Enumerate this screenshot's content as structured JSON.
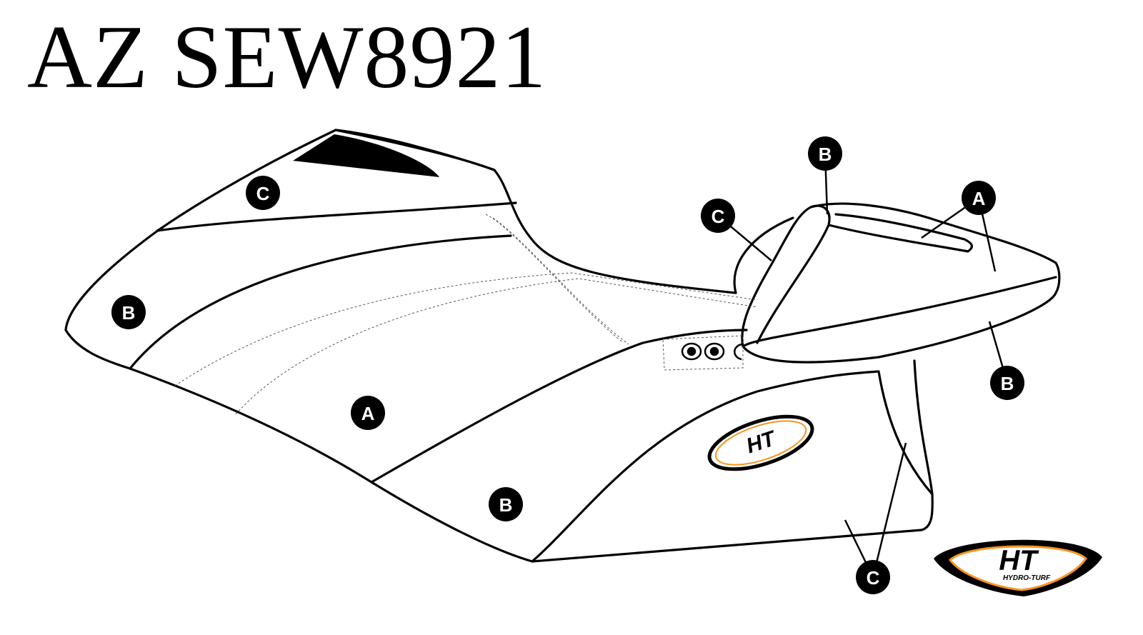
{
  "title": "AZ SEW8921",
  "labels": [
    {
      "id": "c1",
      "letter": "C"
    },
    {
      "id": "b1",
      "letter": "B"
    },
    {
      "id": "a1",
      "letter": "A"
    },
    {
      "id": "b2",
      "letter": "B"
    },
    {
      "id": "c2",
      "letter": "C"
    },
    {
      "id": "b3",
      "letter": "B"
    },
    {
      "id": "a2",
      "letter": "A"
    },
    {
      "id": "b4",
      "letter": "B"
    },
    {
      "id": "c3",
      "letter": "C"
    }
  ],
  "logo": {
    "mark": "HT",
    "text": "HYDRO-TURF",
    "accent": "#f7941d"
  }
}
